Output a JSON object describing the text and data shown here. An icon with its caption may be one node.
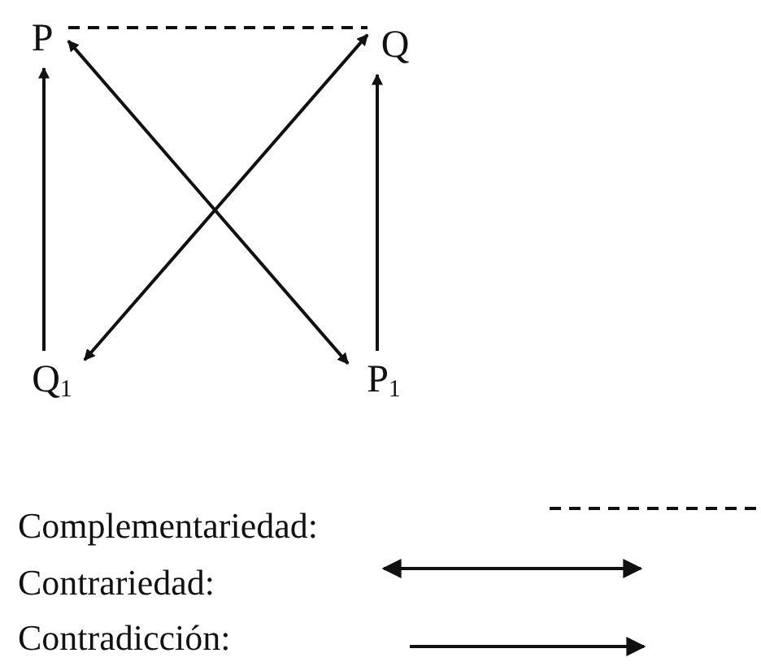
{
  "diagram": {
    "nodes": [
      {
        "text": [
          "P"
        ]
      },
      {
        "text": [
          "Q"
        ]
      },
      {
        "text": [
          "Q$_{1}$"
        ]
      },
      {
        "text": [
          "P$_{1}$"
        ]
      }
    ],
    "edges": [
      {
        "from": 0,
        "to": 1,
        "arrow": "none",
        "style": "dashed"
      },
      {
        "from": 2,
        "to": 0,
        "arrow": "to"
      },
      {
        "from": 3,
        "to": 1,
        "arrow": "to"
      },
      {
        "from": 0,
        "to": 3,
        "arrow": "both"
      },
      {
        "from": 1,
        "to": 2,
        "arrow": "both"
      }
    ],
    "legend": [
      {
        "text": "Complementariedad:"
      },
      {
        "text": "Contrariedad:"
      },
      {
        "text": "Contradicción:"
      }
    ]
  }
}
